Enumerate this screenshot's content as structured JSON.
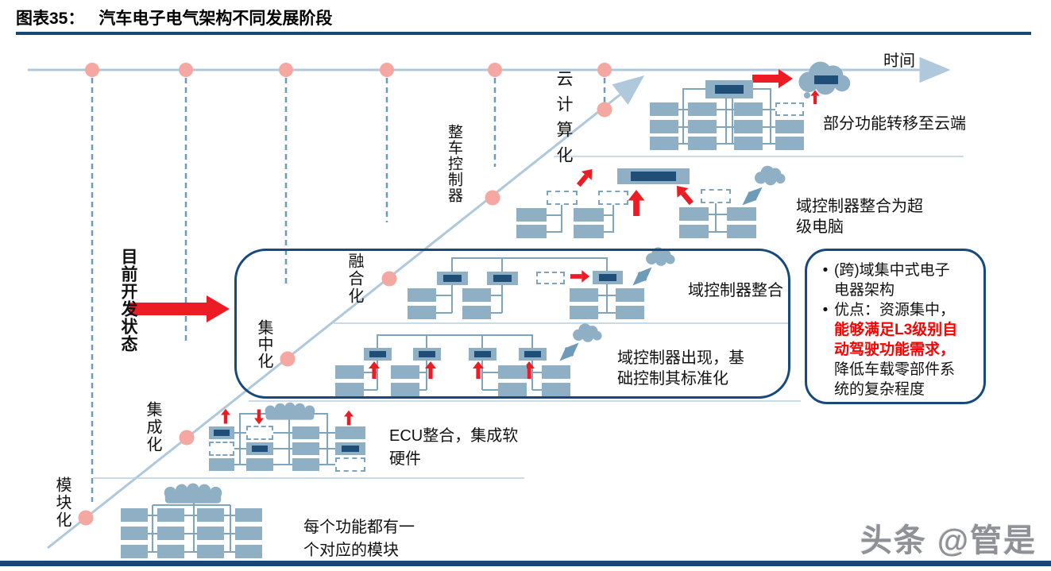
{
  "title": {
    "figure_label": "图表35：",
    "figure_title": "汽车电子电气架构不同发展阶段"
  },
  "timeline": {
    "axis_label": "时间"
  },
  "annotation": {
    "current_state": "目前开发状态"
  },
  "stages": [
    {
      "name": "模块化",
      "caption": "每个功能都有一个对应的模块"
    },
    {
      "name": "集成化",
      "caption": "ECU整合，集成软硬件"
    },
    {
      "name": "集中化",
      "caption": "域控制器出现，基础控制其标准化"
    },
    {
      "name": "融合化",
      "caption": "域控制器整合"
    },
    {
      "name": "整车控制器",
      "caption": "域控制器整合为超级电脑"
    },
    {
      "name": "云计算化",
      "caption": "部分功能转移至云端"
    }
  ],
  "info_box": {
    "bullet1": "(跨)域集中式电子电器架构",
    "bullet2_prefix": "优点：资源集中，",
    "bullet2_highlight": "能够满足L3级别自动驾驶功能需求，",
    "bullet2_suffix": "降低车载零部件系统的复杂程度"
  },
  "watermark": "头条 @管是",
  "colors": {
    "box_fill": "#8FAFC5",
    "navy_inner": "#1F4E79",
    "outline_navy": "#17497C",
    "red_accent": "#ED1C24",
    "highlight_text_red": "#FF0000",
    "pink_dot": "#F5A7A2",
    "axis_blue": "#AFC8DC",
    "rule_navy": "#164876"
  }
}
